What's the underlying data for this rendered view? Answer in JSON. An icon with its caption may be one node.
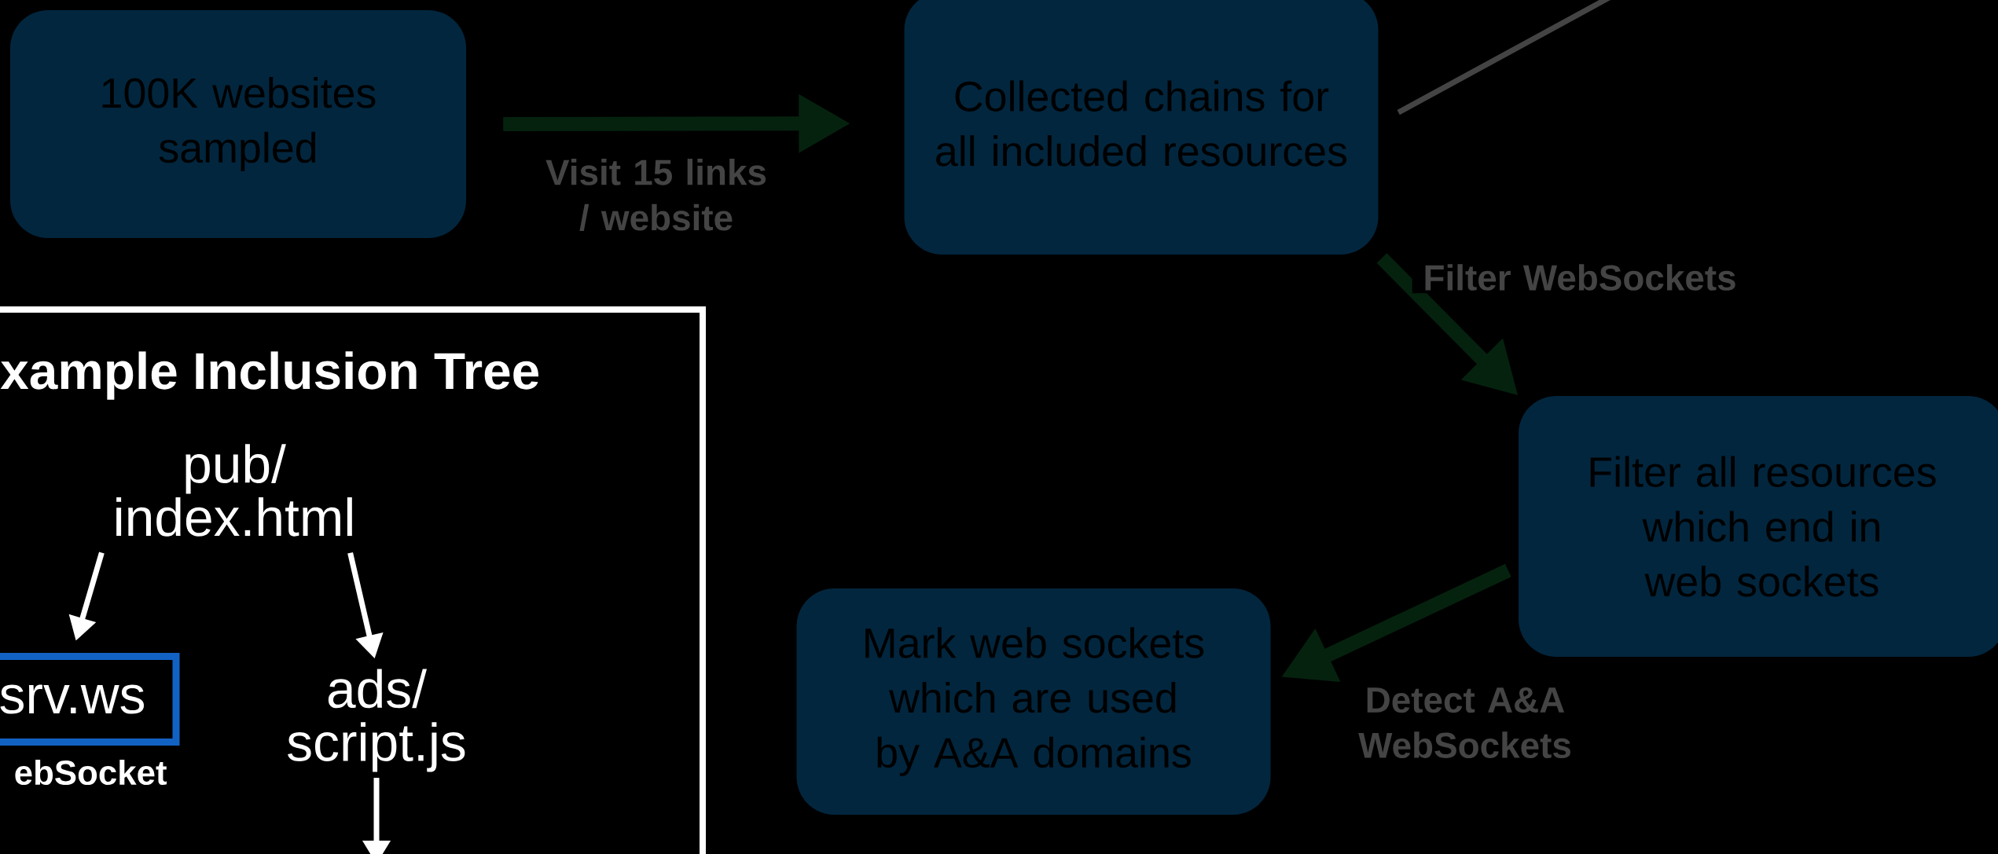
{
  "diagram": {
    "nodes": [
      {
        "text": [
          "100K websites sampled"
        ]
      },
      {
        "text": [
          "Collected chains for all included resources"
        ]
      },
      {
        "text": [
          "Filter all resources which end in web sockets"
        ]
      },
      {
        "text": [
          "Mark web sockets which are used by A&A domains"
        ]
      },
      {
        "text": [
          "xample Inclusion Tree"
        ]
      },
      {
        "text": [
          "pub/ index.html"
        ],
        "in": 4
      },
      {
        "text": [
          "srv.ws"
        ],
        "beside": [
          "ebSocket"
        ],
        "in": 4
      },
      {
        "text": [
          "ads/ script.js"
        ],
        "in": 4
      }
    ],
    "edges": [
      {
        "from": 0,
        "to": 1,
        "arrow": "to",
        "label": "Visit 15 links / website",
        "style": "thick",
        "color": "#05220f"
      },
      {
        "from": 1,
        "to": 2,
        "arrow": "to",
        "label": "Filter WebSockets",
        "style": "thick",
        "color": "#05220f"
      },
      {
        "from": 2,
        "to": 3,
        "arrow": "to",
        "label": "Detect A&A WebSockets",
        "style": "thick",
        "color": "#05220f"
      },
      {
        "from": 5,
        "to": 6,
        "arrow": "to",
        "color": "#ffffff"
      },
      {
        "from": 5,
        "to": 7,
        "arrow": "to",
        "color": "#ffffff"
      },
      {
        "from": 7,
        "to": null,
        "arrow": "to",
        "color": "#ffffff"
      },
      {
        "from": 1,
        "to": null,
        "arrow": "none",
        "color": "#444444"
      }
    ]
  }
}
